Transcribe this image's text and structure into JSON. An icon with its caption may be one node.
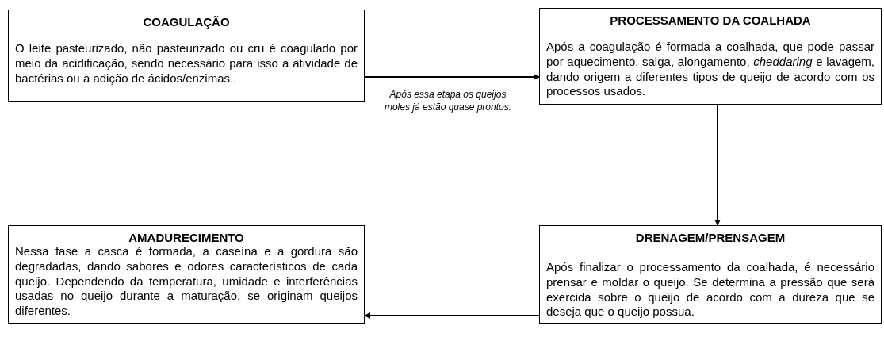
{
  "diagram": {
    "nodes": [
      {
        "text": [
          "COAGULAÇÃO",
          "O leite pasteurizado, não pasteurizado ou cru é coagulado por meio da acidificação, sendo necessário para isso a atividade de bactérias ou a adição de ácidos/enzimas.."
        ]
      },
      {
        "text": [
          "PROCESSAMENTO DA COALHADA",
          "Após a coagulação é formada a coalhada, que pode passar por aquecimento, salga, alongamento, *cheddaring* e lavagem, dando origem a diferentes tipos de queijo de acordo com os processos usados."
        ]
      },
      {
        "text": [
          "AMADURECIMENTO",
          "Nessa fase a casca é formada, a caseína e a gordura são degradadas, dando sabores e odores característicos de cada queijo. Dependendo da temperatura, umidade e interferências usadas no queijo durante a maturação, se originam queijos diferentes."
        ]
      },
      {
        "text": [
          "DRENAGEM/PRENSAGEM",
          "Após finalizar o processamento da coalhada, é necessário prensar e moldar o queijo. Se determina a pressão que será exercida sobre o queijo de acordo com a dureza que se deseja que o queijo possua."
        ]
      }
    ],
    "edges": [
      {
        "from": 0,
        "to": 1,
        "arrow": "to",
        "label": "Após essa etapa os queijos moles já estão quase prontos."
      },
      {
        "from": 1,
        "to": 3,
        "arrow": "to"
      },
      {
        "from": 3,
        "to": 2,
        "arrow": "to"
      }
    ]
  }
}
